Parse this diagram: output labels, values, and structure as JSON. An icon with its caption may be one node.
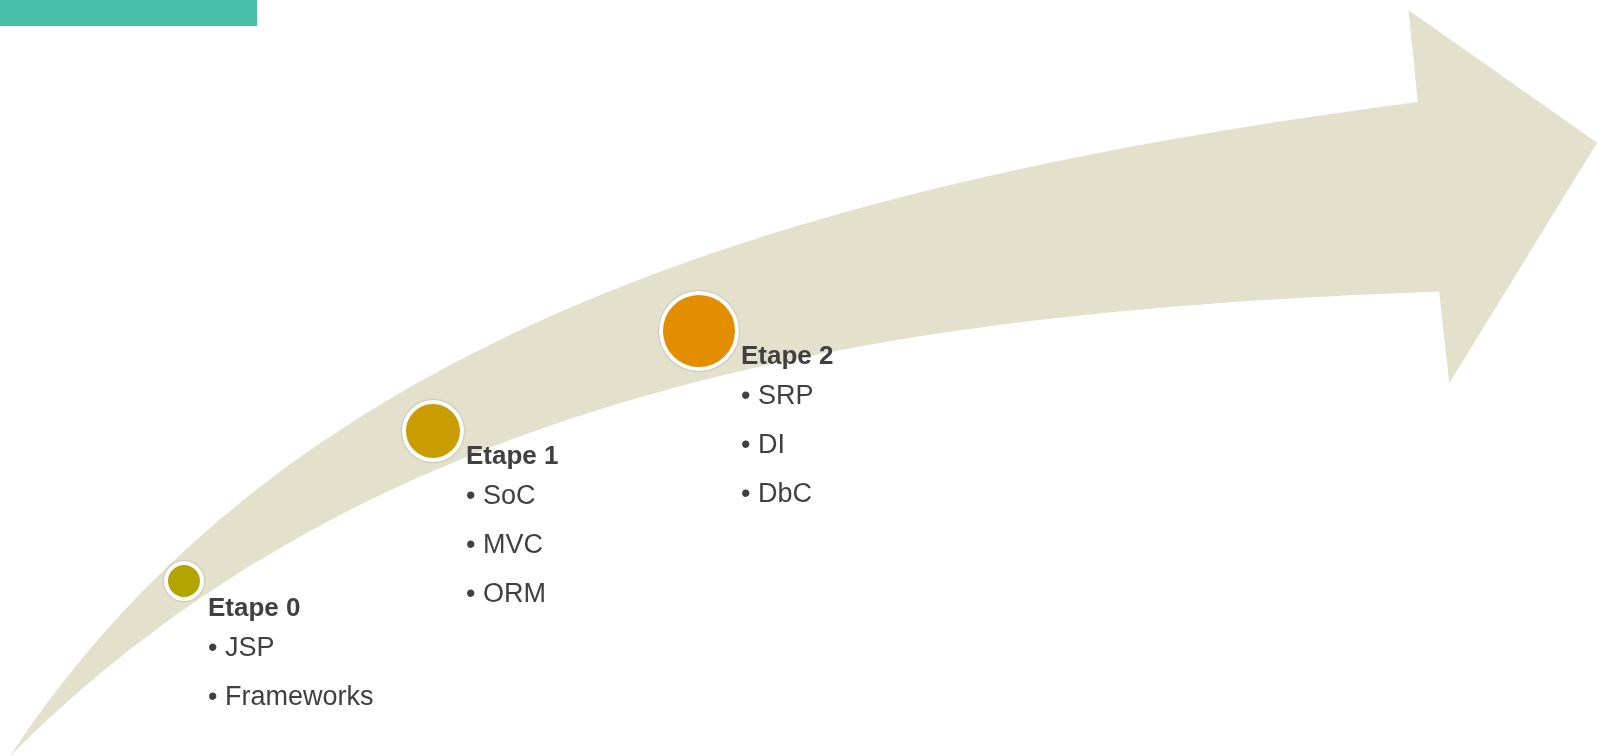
{
  "diagram": {
    "nodes": [
      {
        "text": [
          "Etape 0",
          "• JSP",
          "• Frameworks"
        ]
      },
      {
        "text": [
          "Etape 1",
          "• SoC",
          "• MVC",
          "• ORM"
        ]
      },
      {
        "text": [
          "Etape 2",
          "• SRP",
          "• DI",
          "• DbC"
        ]
      }
    ]
  }
}
